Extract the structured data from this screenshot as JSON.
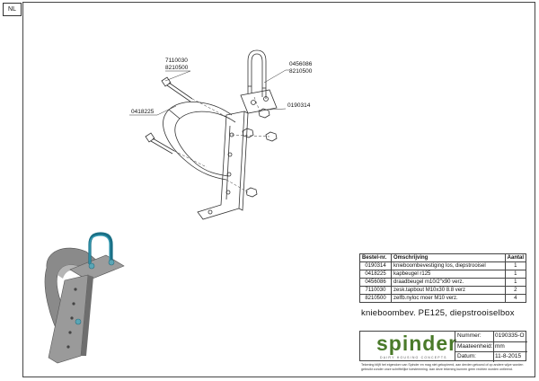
{
  "sheet": {
    "language_code": "NL",
    "title": "knieboombev. PE125, diepstrooiselbox"
  },
  "callouts": {
    "c1a": "7110030",
    "c1b": "8210500",
    "c2": "0418225",
    "c3a": "0456086",
    "c3b": "8210500",
    "c4": "0190314"
  },
  "parts_table": {
    "headers": [
      "Bestel-nr.",
      "Omschrijving",
      "Aantal"
    ],
    "rows": [
      [
        "0190314",
        "knieboombevestiging los, diepstrooisel",
        "1"
      ],
      [
        "0418225",
        "kapbeugel r125",
        "1"
      ],
      [
        "0456086",
        "draadbeugel m10/2\"x90 verz.",
        "1"
      ],
      [
        "7110030",
        "zesk.tapbout M10x30 8.8 verz",
        "2"
      ],
      [
        "8210500",
        "zelfb.nyloc moer M10 verz.",
        "4"
      ]
    ]
  },
  "title_block": {
    "logo_word": "spinder",
    "logo_tagline": "DAIRY HOUSING CONCEPTS",
    "number_label": "Nummer:",
    "number_value": "0190335-O",
    "unit_label": "Maateenheid:",
    "unit_value": "mm",
    "date_label": "Datum:",
    "date_value": "11-8-2015"
  },
  "footnote": "Tekening blijft het eigendom van Spinder en mag niet gekopieerd, aan derden getoond of op andere wijze worden gebruikt zonder onze schriftelijke toestemming. Aan deze tekening kunnen geen rechten worden ontleend."
}
